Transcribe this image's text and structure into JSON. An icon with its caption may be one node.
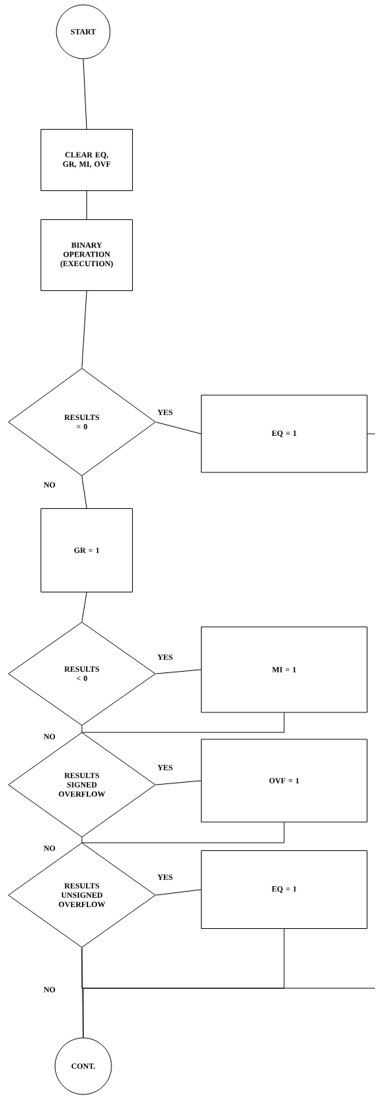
{
  "diagram": {
    "nodes": [
      {
        "text": [
          "START"
        ]
      },
      {
        "text": [
          "CLEAR EQ, GR, MI, OVF"
        ]
      },
      {
        "text": [
          "BINARY OPERATION (EXECUTION)"
        ]
      },
      {
        "text": [
          "RESULTS = 0"
        ]
      },
      {
        "text": [
          "EQ = 1"
        ]
      },
      {
        "text": [
          "GR = 1"
        ]
      },
      {
        "text": [
          "RESULTS < 0"
        ]
      },
      {
        "text": [
          "MI = 1"
        ]
      },
      {
        "text": [
          "RESULTS SIGNED OVERFLOW"
        ]
      },
      {
        "text": [
          "OVF = 1"
        ]
      },
      {
        "text": [
          "RESULTS UNSIGNED OVERFLOW"
        ]
      },
      {
        "text": [
          "EQ = 1"
        ]
      },
      {
        "text": [
          "CONT."
        ]
      }
    ],
    "edges": [
      {
        "from": 0,
        "to": 1,
        "arrow": "none"
      },
      {
        "from": 1,
        "to": 2,
        "arrow": "none"
      },
      {
        "from": 2,
        "to": 3,
        "arrow": "none"
      },
      {
        "from": 3,
        "to": 4,
        "arrow": "none",
        "label": "YES"
      },
      {
        "from": 4,
        "to": null,
        "arrow": "none"
      },
      {
        "from": 3,
        "to": 5,
        "arrow": "none",
        "label": "NO"
      },
      {
        "from": 5,
        "to": 6,
        "arrow": "none"
      },
      {
        "from": 6,
        "to": 7,
        "arrow": "none",
        "label": "YES"
      },
      {
        "from": 6,
        "to": 8,
        "arrow": "none",
        "label": "NO"
      },
      {
        "from": 7,
        "to": 8,
        "arrow": "none"
      },
      {
        "from": 8,
        "to": 9,
        "arrow": "none",
        "label": "YES"
      },
      {
        "from": 8,
        "to": 10,
        "arrow": "none",
        "label": "NO"
      },
      {
        "from": 9,
        "to": 10,
        "arrow": "none"
      },
      {
        "from": 10,
        "to": 11,
        "arrow": "none",
        "label": "YES"
      },
      {
        "from": 10,
        "to": 12,
        "arrow": "none",
        "label": "NO"
      },
      {
        "from": 11,
        "to": 12,
        "arrow": "none"
      },
      {
        "from": 10,
        "to": null,
        "arrow": "none"
      }
    ]
  }
}
